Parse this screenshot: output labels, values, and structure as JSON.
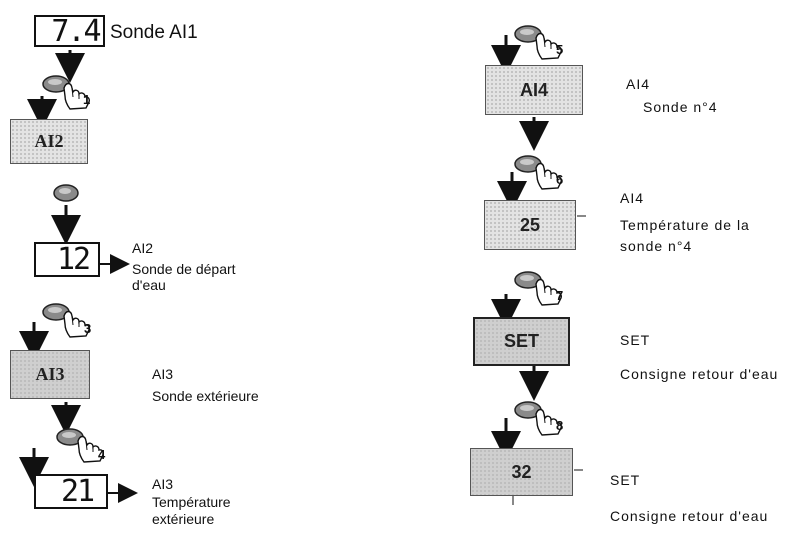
{
  "left_column": {
    "probe_ai1": {
      "display": "7.4",
      "label": "Sonde AI1"
    },
    "step_1": {
      "badge": "1"
    },
    "menu_ai2": {
      "display": "AI2"
    },
    "probe_ai2": {
      "display": "12",
      "code": "AI2",
      "desc_1": "Sonde de départ",
      "desc_2": "d'eau"
    },
    "step_3": {
      "badge": "3"
    },
    "menu_ai3": {
      "display": "AI3",
      "code": "AI3",
      "desc_1": "Sonde extérieure"
    },
    "step_4": {
      "badge": "4"
    },
    "probe_ai3": {
      "display": "21",
      "code": "AI3",
      "desc_1": "Température",
      "desc_2": "extérieure"
    }
  },
  "right_column": {
    "step_5": {
      "badge": "5"
    },
    "menu_ai4": {
      "display": "AI4",
      "code": "AI4",
      "desc_1": "Sonde n°4"
    },
    "step_6": {
      "badge": "6"
    },
    "probe_ai4": {
      "display": "25",
      "code": "AI4",
      "desc_1": "Température de la",
      "desc_2": "sonde n°4"
    },
    "step_7": {
      "badge": "7"
    },
    "menu_set": {
      "display": "SET",
      "code": "SET",
      "desc_1": "Consigne retour d'eau"
    },
    "step_8": {
      "badge": "8"
    },
    "value_set": {
      "display": "32",
      "code": "SET",
      "desc_1": "Consigne retour d'eau"
    }
  }
}
